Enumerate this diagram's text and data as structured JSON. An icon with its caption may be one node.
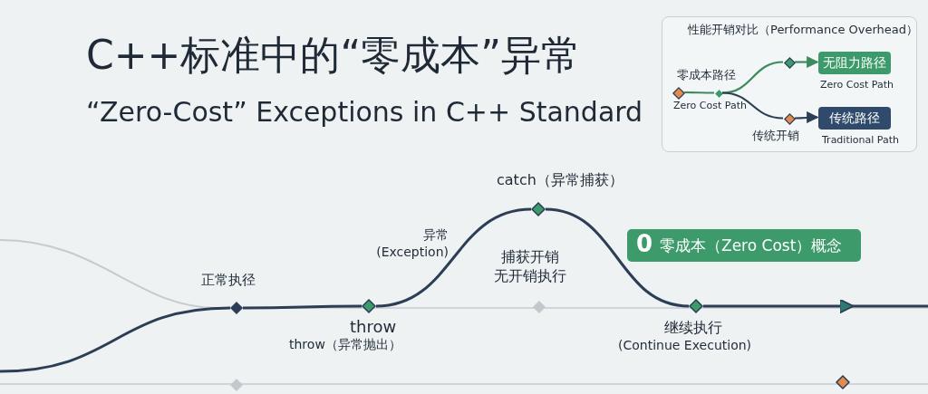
{
  "diagram": {
    "title": "C++标准中的“零成本”异常",
    "nodes": [
      {
        "text": [
          "正常执径"
        ]
      },
      {
        "text": [
          "throw"
        ],
        "beside": [
          "throw（异常抛出）"
        ]
      },
      {
        "text": [
          "catch（异常捕获）"
        ]
      },
      {
        "text": [
          "捕获开销",
          "无开销执行"
        ]
      },
      {
        "text": [
          "继续执行",
          "(Continue Execution)"
        ]
      },
      {
        "text": [
          "0",
          "零成本（Zero Cost）概念"
        ]
      },
      {
        "text": [],
        "shape": "diamond"
      },
      {
        "text": [],
        "shape": "diamond"
      },
      {
        "text": [
          "性能开销对比（Performance Overhead）"
        ]
      },
      {
        "text": [],
        "shape": "diamond",
        "in": 8
      },
      {
        "text": [
          "零成本路径",
          "Zero Cost Path"
        ],
        "in": 8
      },
      {
        "text": [],
        "shape": "diamond",
        "in": 8
      },
      {
        "text": [
          "无阻力路径"
        ],
        "beside": [
          "Zero Cost Path"
        ],
        "in": 8
      },
      {
        "text": [
          "传统开销"
        ],
        "in": 8
      },
      {
        "text": [
          "传统路径"
        ],
        "beside": [
          "Traditional Path"
        ],
        "in": 8
      }
    ],
    "edges": [
      {
        "from": null,
        "to": 0,
        "arrow": "none"
      },
      {
        "from": 0,
        "to": 1,
        "arrow": "none"
      },
      {
        "from": 1,
        "to": 2,
        "arrow": "none",
        "label": "异常 (Exception)"
      },
      {
        "from": 2,
        "to": 4,
        "arrow": "none"
      },
      {
        "from": 4,
        "to": null,
        "arrow": "to"
      },
      {
        "from": 9,
        "to": 10,
        "arrow": "none",
        "color": "#3d8a5e"
      },
      {
        "from": 10,
        "to": 11,
        "arrow": "none",
        "color": "#3d8a5e"
      },
      {
        "from": 11,
        "to": 12,
        "arrow": "to",
        "color": "#3d8a5e"
      },
      {
        "from": 10,
        "to": 13,
        "arrow": "none"
      },
      {
        "from": 13,
        "to": 14,
        "arrow": "to"
      }
    ],
    "labels": [
      "“Zero-Cost” Exceptions in C++ Standard"
    ]
  }
}
